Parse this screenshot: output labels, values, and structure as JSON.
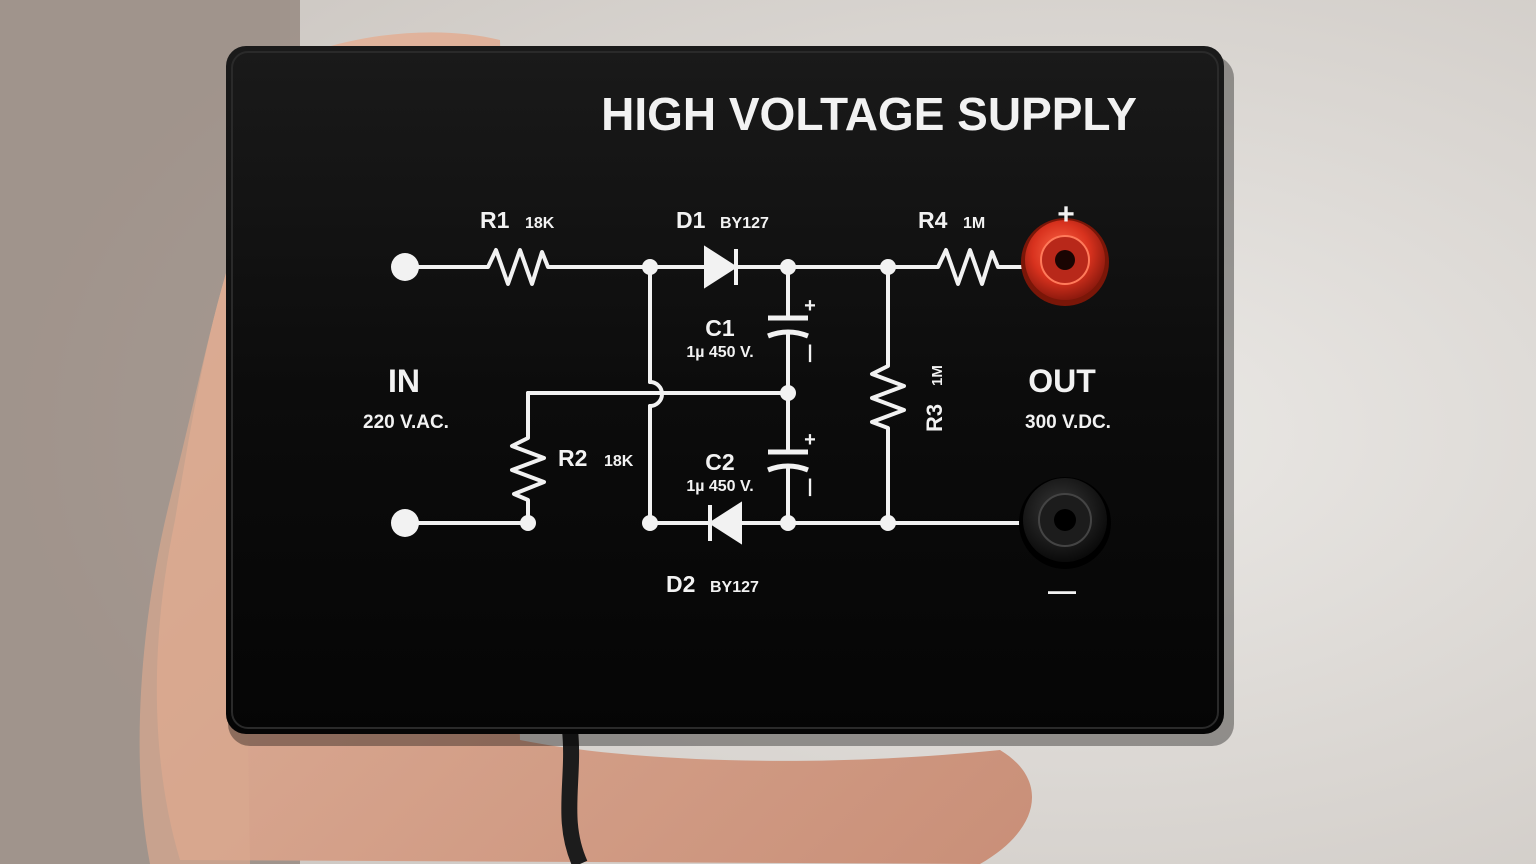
{
  "panel": {
    "title": "HIGH VOLTAGE SUPPLY",
    "input": {
      "label": "IN",
      "spec": "220 V.AC."
    },
    "output": {
      "label": "OUT",
      "spec": "300 V.DC.",
      "plus": "+",
      "minus": "—"
    },
    "components": {
      "r1": {
        "name": "R1",
        "value": "18K"
      },
      "r2": {
        "name": "R2",
        "value": "18K"
      },
      "r3": {
        "name": "R3",
        "value": "1M"
      },
      "r4": {
        "name": "R4",
        "value": "1M"
      },
      "d1": {
        "name": "D1",
        "value": "BY127"
      },
      "d2": {
        "name": "D2",
        "value": "BY127"
      },
      "c1": {
        "name": "C1",
        "value": "1µ 450 V.",
        "plus": "+",
        "minus": "|"
      },
      "c2": {
        "name": "C2",
        "value": "1µ 450 V.",
        "plus": "+",
        "minus": "|"
      }
    },
    "colors": {
      "enclosure": "#0c0c0c",
      "print": "#f2f2f2",
      "terminal_positive": "#d8321e",
      "terminal_negative": "#111111"
    }
  }
}
